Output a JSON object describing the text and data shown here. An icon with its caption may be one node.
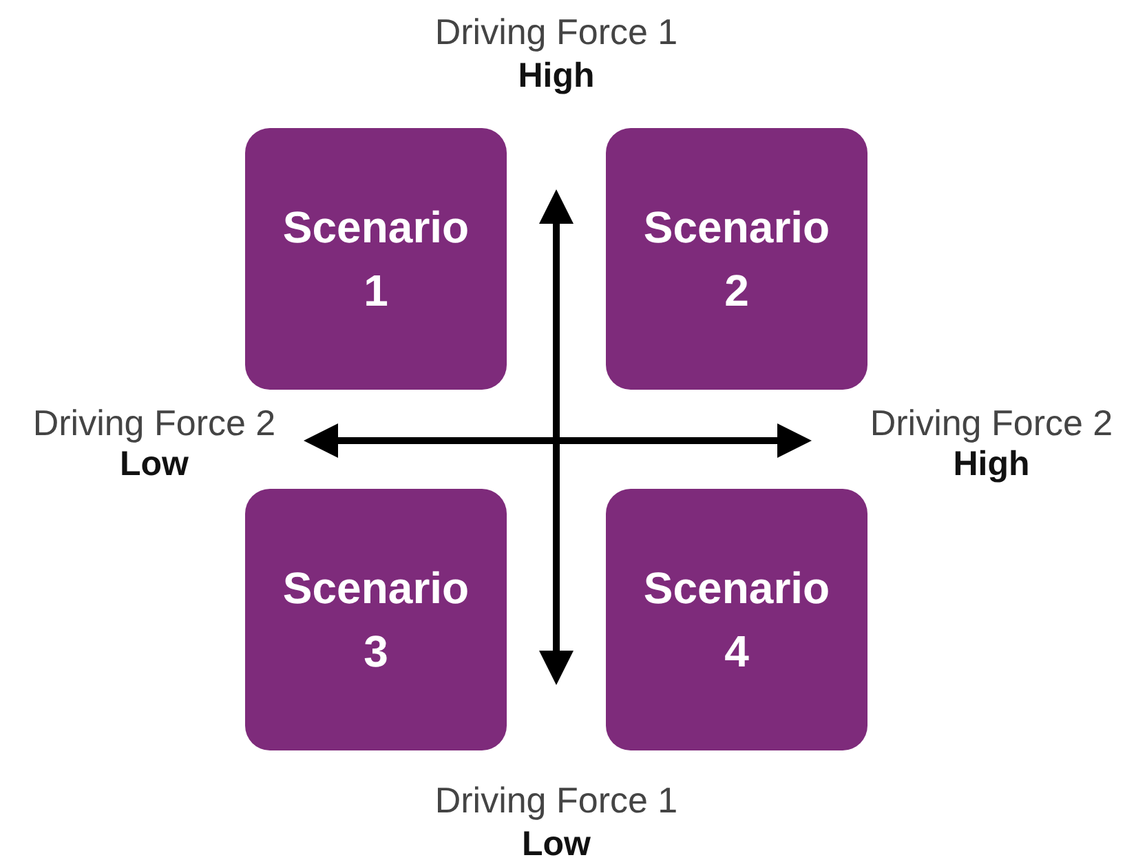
{
  "diagram": {
    "nodes": [
      {
        "text": [
          "Scenario 1"
        ]
      },
      {
        "text": [
          "Scenario 2"
        ]
      },
      {
        "text": [
          "Scenario 3"
        ]
      },
      {
        "text": [
          "Scenario 4"
        ]
      }
    ],
    "labels": [
      "Driving Force 1",
      "High",
      "Driving Force 2",
      "Low",
      "Driving Force 2",
      "High",
      "Driving Force 1",
      "Low"
    ]
  }
}
